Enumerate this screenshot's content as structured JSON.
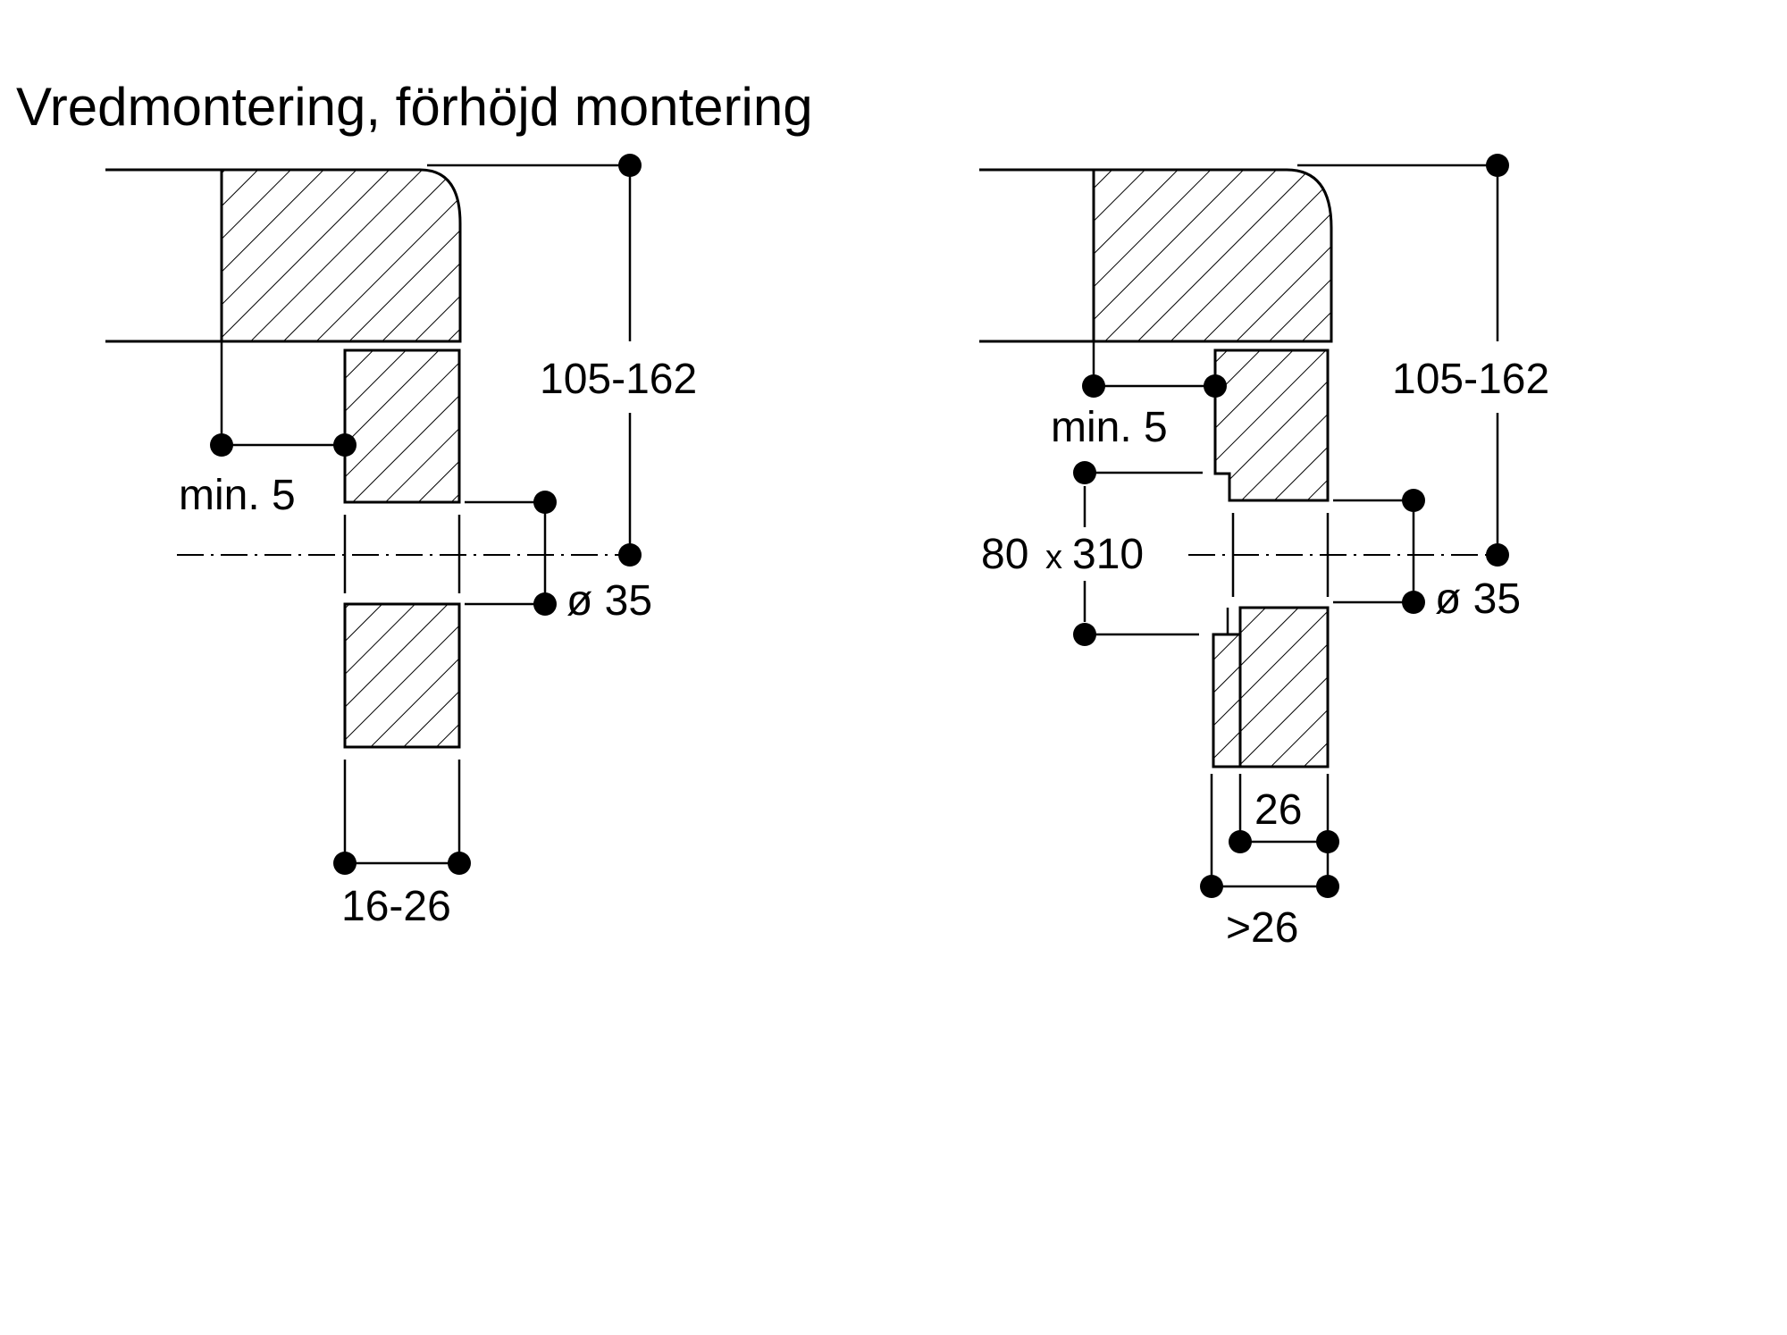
{
  "title": "Vredmontering, förhöjd montering",
  "left_diagram": {
    "height_dim": "105-162",
    "gap_dim": "min. 5",
    "hole_dim": "ø 35",
    "thickness_dim": "16-26"
  },
  "right_diagram": {
    "height_dim": "105-162",
    "gap_dim": "min. 5",
    "cutout_dim_a": "80",
    "cutout_dim_x": "x",
    "cutout_dim_b": "310",
    "hole_dim": "ø 35",
    "panel_dim": "26",
    "total_dim": ">26"
  }
}
